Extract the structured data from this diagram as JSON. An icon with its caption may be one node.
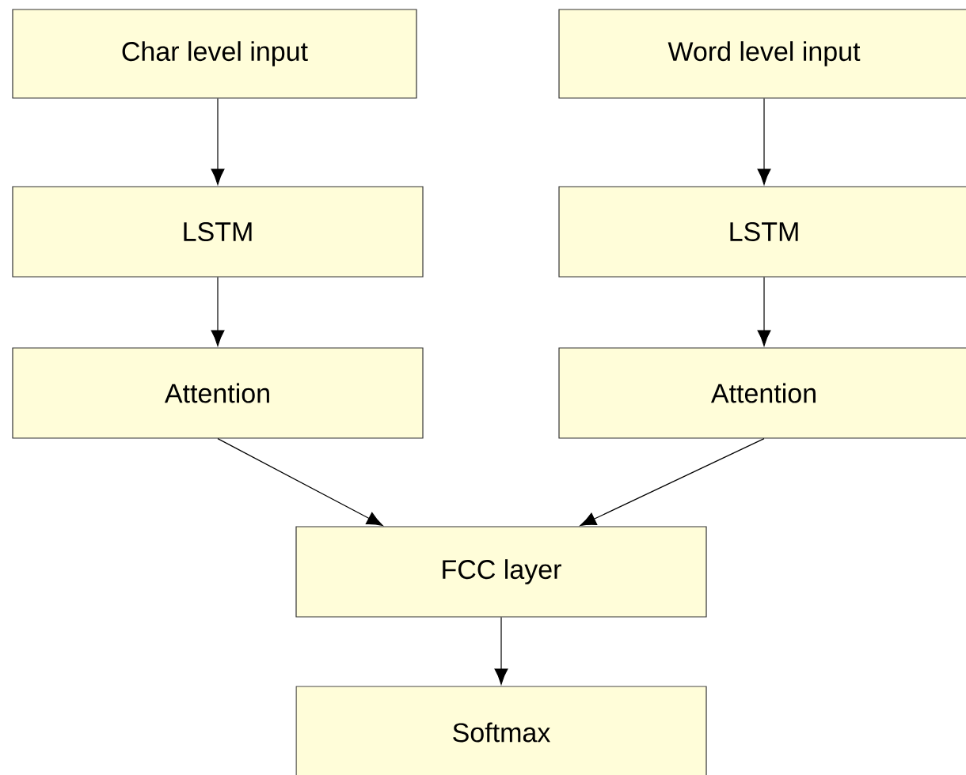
{
  "diagram": {
    "nodes": [
      {
        "text": [
          "Char level input"
        ]
      },
      {
        "text": [
          "LSTM"
        ]
      },
      {
        "text": [
          "Attention"
        ]
      },
      {
        "text": [
          "Word level input"
        ]
      },
      {
        "text": [
          "LSTM"
        ]
      },
      {
        "text": [
          "Attention"
        ]
      },
      {
        "text": [
          "FCC layer"
        ]
      },
      {
        "text": [
          "Softmax"
        ]
      }
    ],
    "edges": [
      {
        "from": 0,
        "to": 1,
        "arrow": "to"
      },
      {
        "from": 1,
        "to": 2,
        "arrow": "to"
      },
      {
        "from": 3,
        "to": 4,
        "arrow": "to"
      },
      {
        "from": 4,
        "to": 5,
        "arrow": "to"
      },
      {
        "from": 2,
        "to": 6,
        "arrow": "to"
      },
      {
        "from": 5,
        "to": 6,
        "arrow": "to"
      },
      {
        "from": 6,
        "to": 7,
        "arrow": "to"
      }
    ]
  }
}
